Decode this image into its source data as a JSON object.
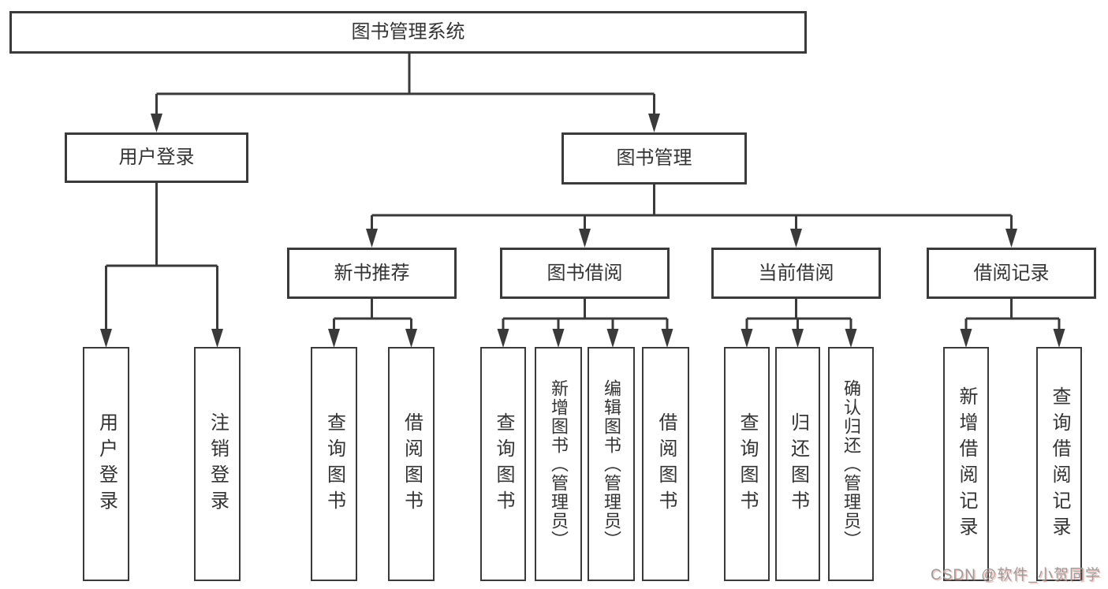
{
  "tree": {
    "root": {
      "label": "图书管理系统"
    },
    "branches": [
      {
        "label": "用户登录",
        "children": [
          {
            "label": "用户登录"
          },
          {
            "label": "注销登录"
          }
        ]
      },
      {
        "label": "图书管理",
        "children": [
          {
            "label": "新书推荐",
            "children": [
              {
                "label": "查询图书"
              },
              {
                "label": "借阅图书"
              }
            ]
          },
          {
            "label": "图书借阅",
            "children": [
              {
                "label": "查询图书"
              },
              {
                "label": "新增图书（管理员）"
              },
              {
                "label": "编辑图书（管理员）"
              },
              {
                "label": "借阅图书"
              }
            ]
          },
          {
            "label": "当前借阅",
            "children": [
              {
                "label": "查询图书"
              },
              {
                "label": "归还图书"
              },
              {
                "label": "确认归还（管理员）"
              }
            ]
          },
          {
            "label": "借阅记录",
            "children": [
              {
                "label": "新增借阅记录"
              },
              {
                "label": "查询借阅记录"
              }
            ]
          }
        ]
      }
    ]
  },
  "watermark": {
    "text": "CSDN @软件_小贺同学"
  },
  "colors": {
    "background": "#ffffff",
    "box_border": "#3a3a3a",
    "connector_line": "#3a3a3a",
    "label_text": "#333333",
    "watermark_text": "#9c9c9c"
  }
}
